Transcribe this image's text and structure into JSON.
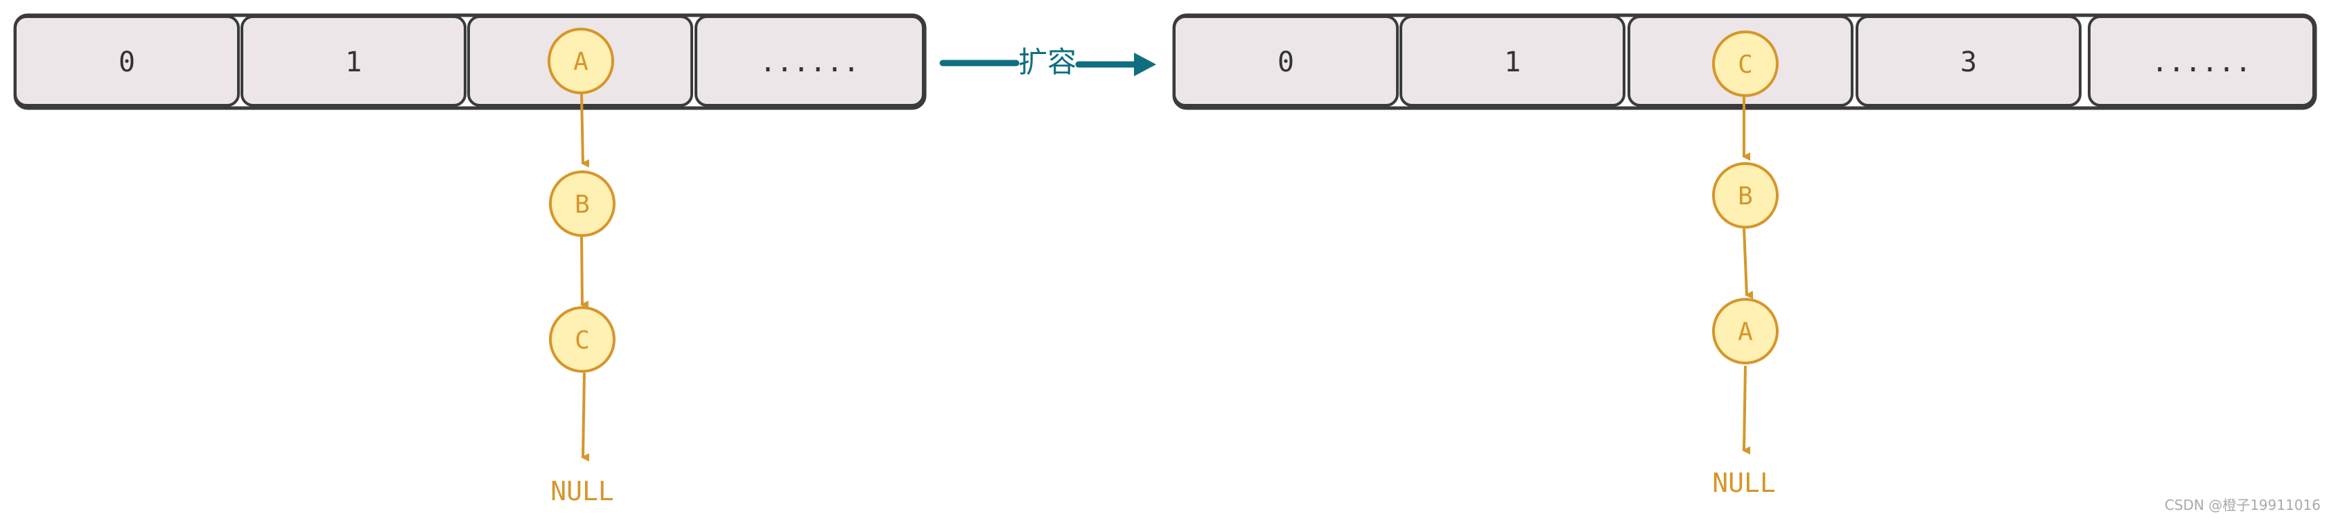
{
  "left_array": {
    "cells": [
      "0",
      "1",
      "",
      "......"
    ],
    "chain": [
      "A",
      "B",
      "C"
    ],
    "terminator": "NULL"
  },
  "right_array": {
    "cells": [
      "0",
      "1",
      "",
      "3",
      "......"
    ],
    "chain": [
      "C",
      "B",
      "A"
    ],
    "terminator": "NULL"
  },
  "transition": {
    "label": "扩容"
  },
  "watermark": "CSDN @橙子19911016",
  "colors": {
    "cell_fill": "#ece6e8",
    "cell_stroke": "#3b3b3b",
    "node_fill": "#fff0b3",
    "node_stroke": "#d6962a",
    "arrow_main": "#0f6e80",
    "arrow_chain": "#d6962a"
  }
}
